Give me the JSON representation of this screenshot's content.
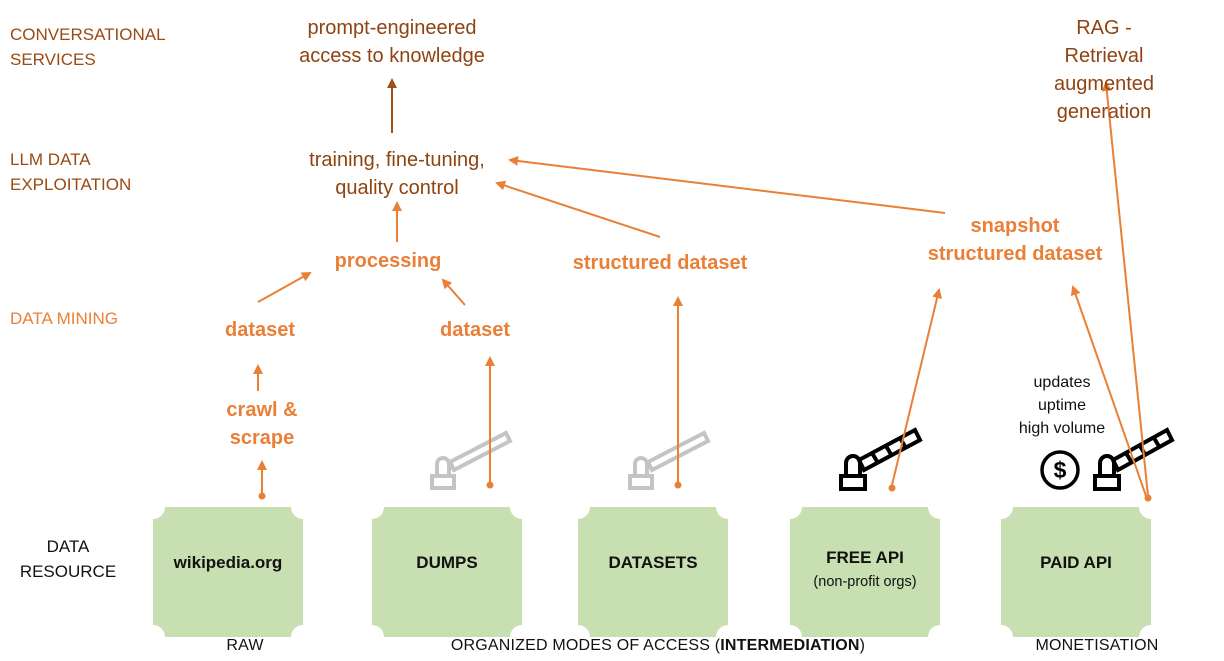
{
  "layers": {
    "conversational": "CONVERSATIONAL\nSERVICES",
    "llm": "LLM DATA\nEXPLOITATION",
    "mining": "DATA MINING",
    "resource": "DATA\nRESOURCE"
  },
  "nodes": {
    "prompt": "prompt-engineered\naccess to knowledge",
    "rag": "RAG - Retrieval\naugmented generation",
    "training": "training, fine-tuning,\nquality control",
    "processing": "processing",
    "structured": "structured dataset",
    "snapshot": "snapshot\nstructured dataset",
    "dataset_left": "dataset",
    "dataset_mid": "dataset",
    "crawl": "crawl &\nscrape",
    "paid_features": "updates\nuptime\nhigh volume"
  },
  "resources": {
    "wikipedia": "wikipedia.org",
    "dumps": "DUMPS",
    "datasets": "DATASETS",
    "free_api": "FREE API",
    "free_api_sub": "(non-profit orgs)",
    "paid_api": "PAID API"
  },
  "categories": {
    "raw": "RAW",
    "organized_prefix": "ORGANIZED MODES OF ACCESS (",
    "organized_bold": "INTERMEDIATION",
    "organized_suffix": ")",
    "monetisation": "MONETISATION"
  },
  "colors": {
    "brown": "#9a4a12",
    "orange": "#ea7f36",
    "card_fill": "#c8dfb1",
    "barrier_gray": "#c4c4c4",
    "barrier_black": "#000000"
  },
  "icons": {
    "dollar": "dollar-coin-icon",
    "barrier": "barrier-gate-icon"
  }
}
